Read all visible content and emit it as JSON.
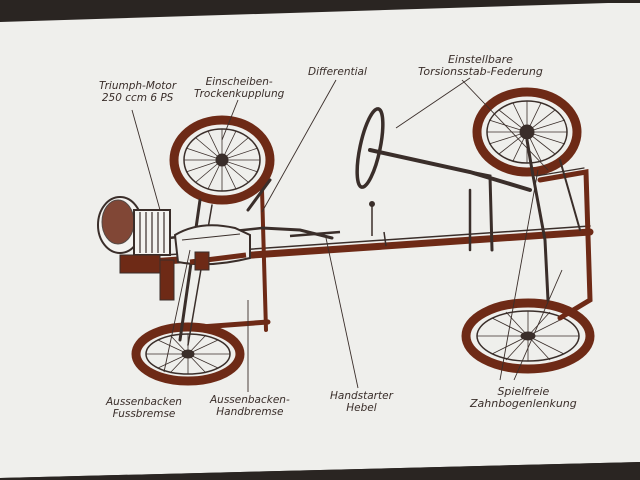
{
  "diagram": {
    "labels": {
      "motor": [
        "Triumph-Motor",
        "250 ccm  6 PS"
      ],
      "clutch": [
        "Einscheiben-",
        "Trockenkupplung"
      ],
      "differential": [
        "Differential"
      ],
      "torsion": [
        "Einstellbare",
        "Torsionsstab-Federung"
      ],
      "footbrake": [
        "Aussenbacken",
        "Fussbremse"
      ],
      "handbrake": [
        "Aussenbacken-",
        "Handbremse"
      ],
      "starter": [
        "Handstarter",
        "Hebel"
      ],
      "steering": [
        "Spielfreie",
        "Zahnbogenlenkung"
      ]
    }
  },
  "colors": {
    "screen": "#efefec",
    "ink": "#3a2e2a",
    "shade": "#6e2a16",
    "frame": "#2a2522"
  }
}
